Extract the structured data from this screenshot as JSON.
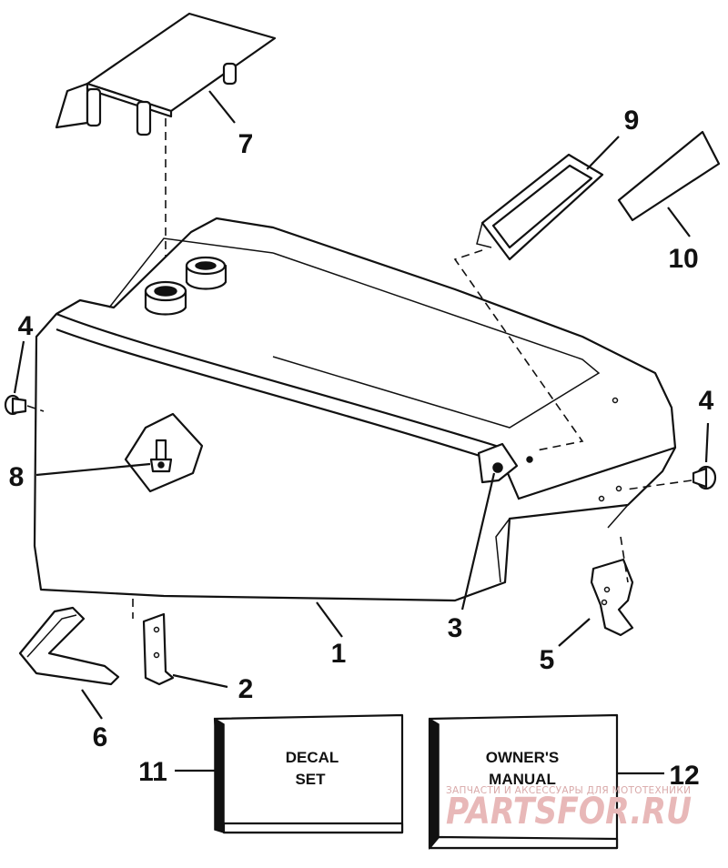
{
  "callouts": {
    "c1": "1",
    "c2": "2",
    "c3": "3",
    "c4_left": "4",
    "c4_right": "4",
    "c5": "5",
    "c6": "6",
    "c7": "7",
    "c8": "8",
    "c9": "9",
    "c10": "10",
    "c11": "11",
    "c12": "12"
  },
  "boxes": {
    "decal_set": {
      "line1": "DECAL",
      "line2": "SET"
    },
    "owners_manual": {
      "line1": "OWNER'S",
      "line2": "MANUAL"
    }
  },
  "watermark": {
    "tagline": "ЗАПЧАСТИ И АКСЕССУАРЫ ДЛЯ МОТОТЕХНИКИ",
    "brand": "PARTSFOR.RU"
  }
}
